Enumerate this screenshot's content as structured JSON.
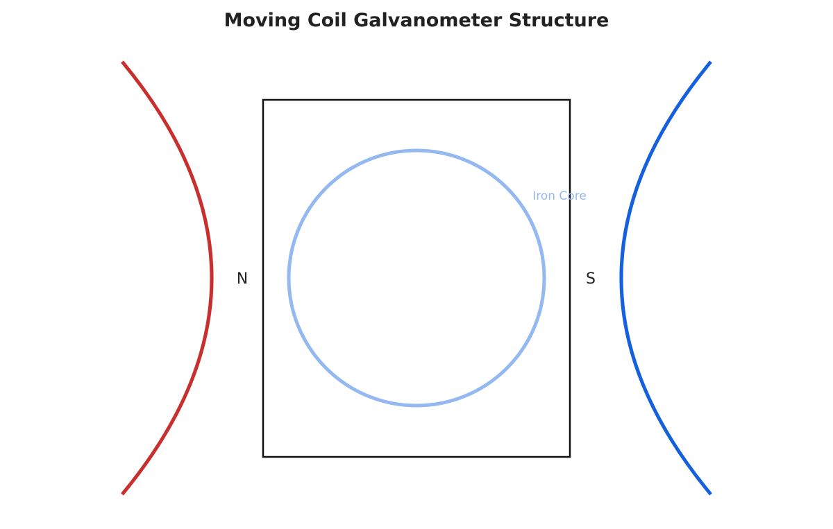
{
  "title": "Moving Coil Galvanometer Structure",
  "labels": {
    "north": "N",
    "south": "S",
    "core": "Iron Core"
  },
  "colors": {
    "north_pole": "#c8302f",
    "south_pole": "#1560dc",
    "coil_frame": "#111111",
    "iron_core": "#94b8f0",
    "text": "#222222",
    "core_label": "#94b8f0"
  }
}
